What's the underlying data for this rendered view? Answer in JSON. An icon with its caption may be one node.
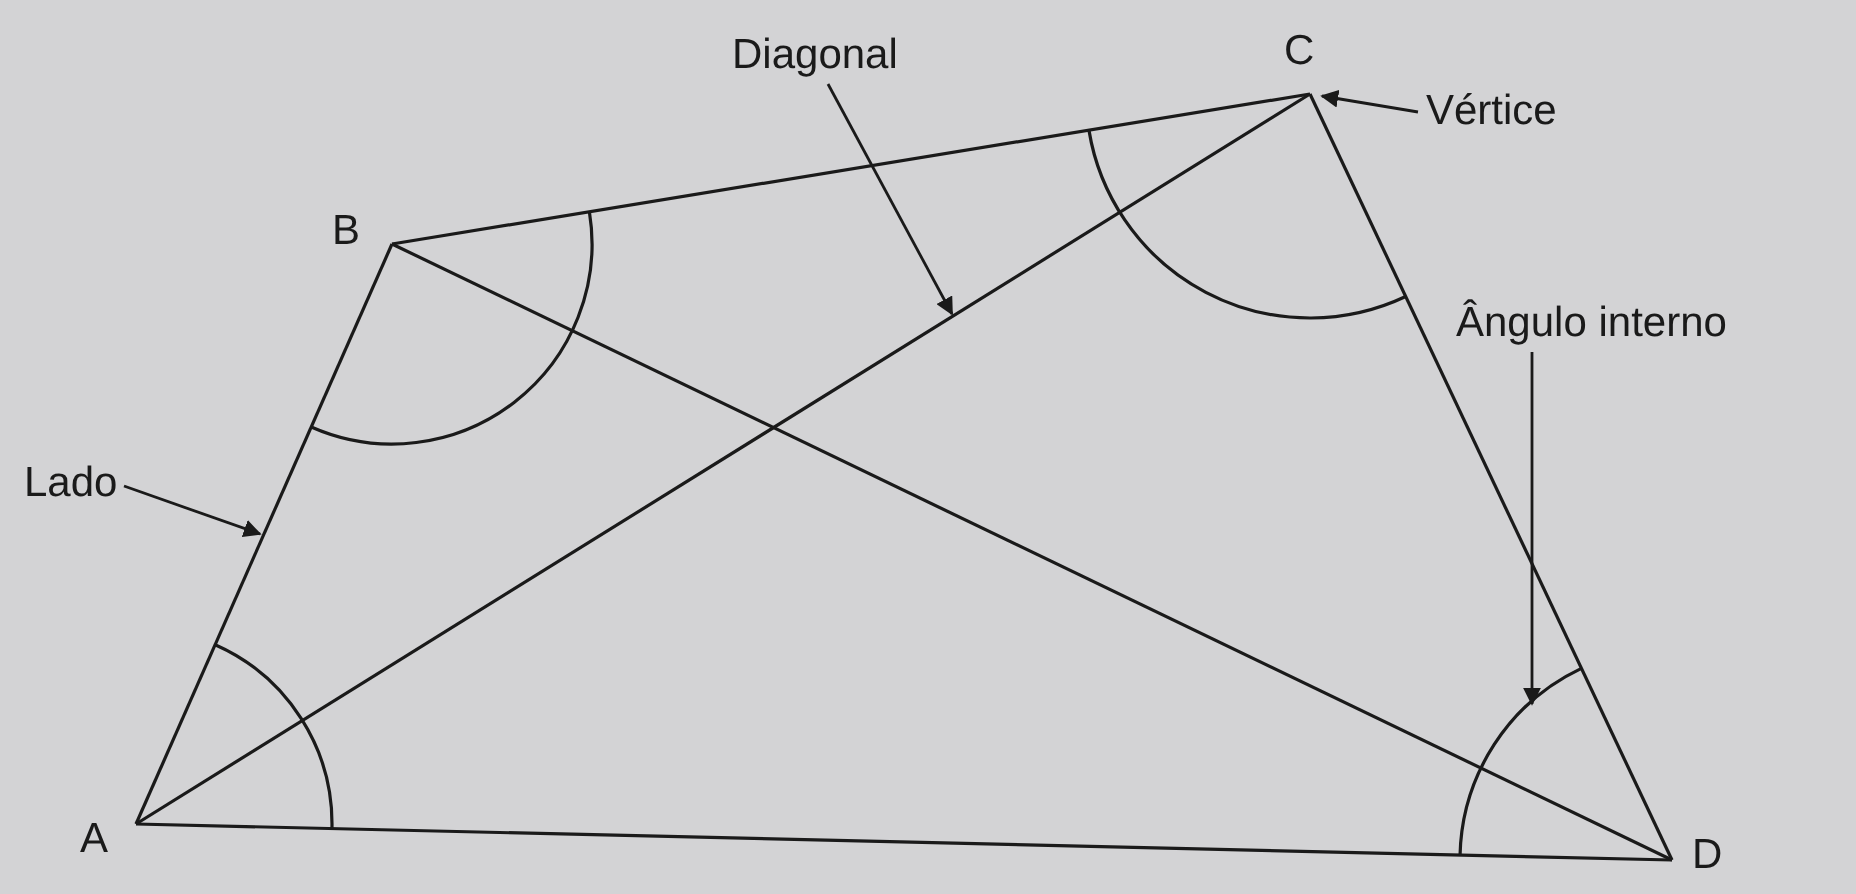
{
  "diagram": {
    "nodes": [
      {
        "text": [
          "Diagonal"
        ]
      },
      {
        "text": [
          "Vértice"
        ]
      },
      {
        "text": [
          "Ângulo interno"
        ]
      },
      {
        "text": [
          "Lado"
        ]
      },
      {
        "text": [
          "C"
        ]
      }
    ],
    "edges": [
      {
        "from": 0,
        "to": null,
        "arrow": "to"
      },
      {
        "from": 1,
        "to": 4,
        "arrow": "to"
      },
      {
        "from": 2,
        "to": null,
        "arrow": "to"
      },
      {
        "from": 3,
        "to": null,
        "arrow": "to"
      }
    ],
    "labels": [
      "B",
      "A",
      "D"
    ]
  }
}
